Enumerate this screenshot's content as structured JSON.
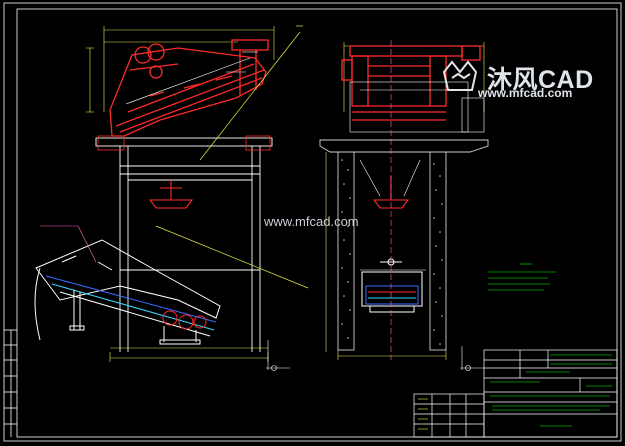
{
  "drawing": {
    "background": "#000000",
    "colors": {
      "frame": "#ffffff",
      "equipment": "#ff2a2a",
      "structure": "#ffffff",
      "dimension": "#e8e84a",
      "center_line": "#ff66cc",
      "leader": "#ffff00",
      "table_text": "#00ff00",
      "concrete": "#cfcfcf",
      "hatch": "#d23cff",
      "blue": "#3a6bff",
      "cyan": "#3ad6ff",
      "annotation_text": "#a0ff60"
    },
    "elements": [
      "sieve-screen",
      "hopper",
      "conveyor",
      "support-frame",
      "concrete-columns",
      "title-block"
    ]
  },
  "watermark": {
    "brand": "沐风CAD",
    "url": "www.mfcad.com",
    "center": "www.mfcad.com",
    "icon": "mf-logo-icon"
  }
}
